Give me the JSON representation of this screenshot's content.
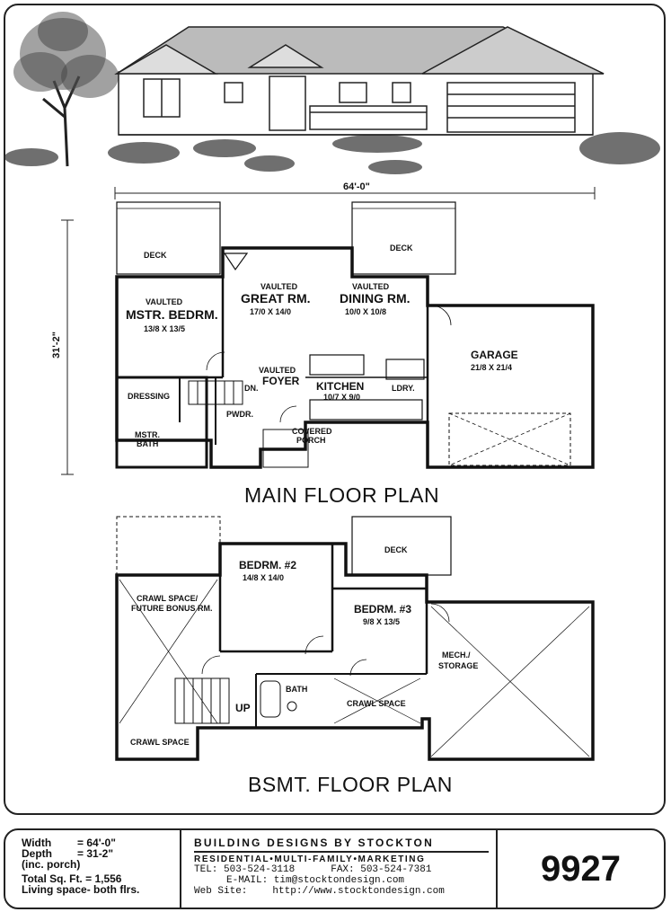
{
  "main_plan": {
    "overall_width": "64'-0\"",
    "overall_depth": "31'-2\"",
    "title": "MAIN FLOOR PLAN",
    "rooms": {
      "deck_left": "DECK",
      "deck_right": "DECK",
      "mstr_vaulted": "VAULTED",
      "mstr_name": "MSTR. BEDRM.",
      "mstr_size": "13/8 X 13/5",
      "great_vaulted": "VAULTED",
      "great_name": "GREAT RM.",
      "great_size": "17/0 X 14/0",
      "dining_vaulted": "VAULTED",
      "dining_name": "DINING RM.",
      "dining_size": "10/0 X 10/8",
      "garage_name": "GARAGE",
      "garage_size": "21/8 X 21/4",
      "foyer_vaulted": "VAULTED",
      "foyer_name": "FOYER",
      "kitchen_name": "KITCHEN",
      "kitchen_size": "10/7 X 9/0",
      "laundry": "LDRY.",
      "down": "DN.",
      "dressing": "DRESSING",
      "powder": "PWDR.",
      "mstr_bath_1": "MSTR.",
      "mstr_bath_2": "BATH",
      "porch_1": "COVERED",
      "porch_2": "PORCH"
    }
  },
  "bsmt_plan": {
    "title": "BSMT. FLOOR PLAN",
    "rooms": {
      "deck": "DECK",
      "bed2_name": "BEDRM. #2",
      "bed2_size": "14/8 X 14/0",
      "bed3_name": "BEDRM. #3",
      "bed3_size": "9/8 X 13/5",
      "crawl_bonus_1": "CRAWL SPACE/",
      "crawl_bonus_2": "FUTURE BONUS RM.",
      "mech_1": "MECH./",
      "mech_2": "STORAGE",
      "bath": "BATH",
      "crawl_right": "CRAWL SPACE",
      "crawl_bottom": "CRAWL SPACE",
      "up": "UP"
    }
  },
  "footer": {
    "specs": [
      {
        "label": "Width",
        "value": "= 64'-0\""
      },
      {
        "label": "Depth",
        "value": "= 31-2\""
      },
      {
        "label": "(inc. porch)",
        "value": ""
      },
      {
        "label": "Total Sq. Ft. = 1,556",
        "value": ""
      },
      {
        "label": "Living space- both flrs.",
        "value": ""
      }
    ],
    "company": "BUILDING DESIGNS BY STOCKTON",
    "tagline": "RESIDENTIAL•MULTI-FAMILY•MARKETING",
    "tel": "TEL:  503-524-3118",
    "fax": "FAX:  503-524-7381",
    "email": "E-MAIL:  tim@stocktondesign.com",
    "web_label": "Web Site:",
    "web_url": "http://www.stocktondesign.com",
    "plan_number": "9927"
  }
}
